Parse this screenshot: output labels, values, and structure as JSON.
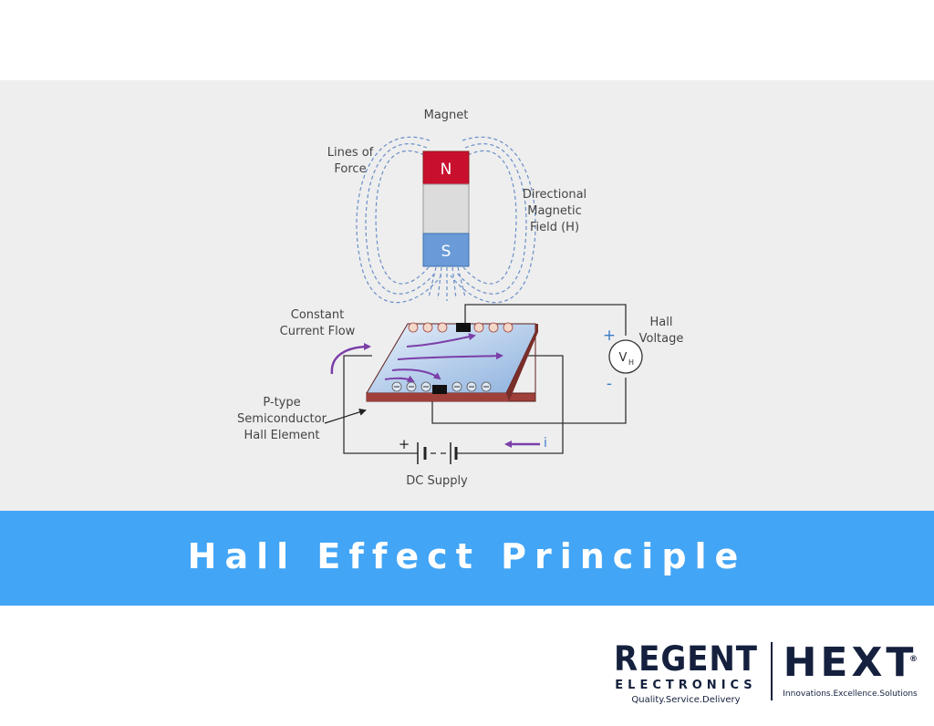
{
  "diagram": {
    "magnet_label": "Magnet",
    "lines_of_force": [
      "Lines of",
      "Force"
    ],
    "pole_north": "N",
    "pole_south": "S",
    "directional_field": [
      "Directional",
      "Magnetic",
      "Field (H)"
    ],
    "constant_current": [
      "Constant",
      "Current Flow"
    ],
    "hall_voltage": [
      "Hall",
      "Voltage"
    ],
    "voltmeter_symbol": "V",
    "voltmeter_subscript": "H",
    "plus_sign": "+",
    "minus_sign": "-",
    "element_label": [
      "P-type",
      "Semiconductor",
      "Hall Element"
    ],
    "battery_plus": "+",
    "current_symbol": "i",
    "dc_supply": "DC Supply",
    "colors": {
      "north_pole": "#c8102e",
      "south_pole": "#6a9bd8",
      "field_lines": "#6a8fc8",
      "arrows": "#7b3fa8",
      "plate_edge": "#a0403a",
      "wire": "#333333"
    }
  },
  "banner": {
    "title": "Hall Effect Principle",
    "color": "#42a5f5"
  },
  "footer": {
    "regent": "REGENT",
    "electronics": "ELECTRONICS",
    "regent_tagline": "Quality.Service.Delivery",
    "hext": "HEXT",
    "hext_tagline": "Innovations.Excellence.Solutions",
    "registered": "®"
  }
}
